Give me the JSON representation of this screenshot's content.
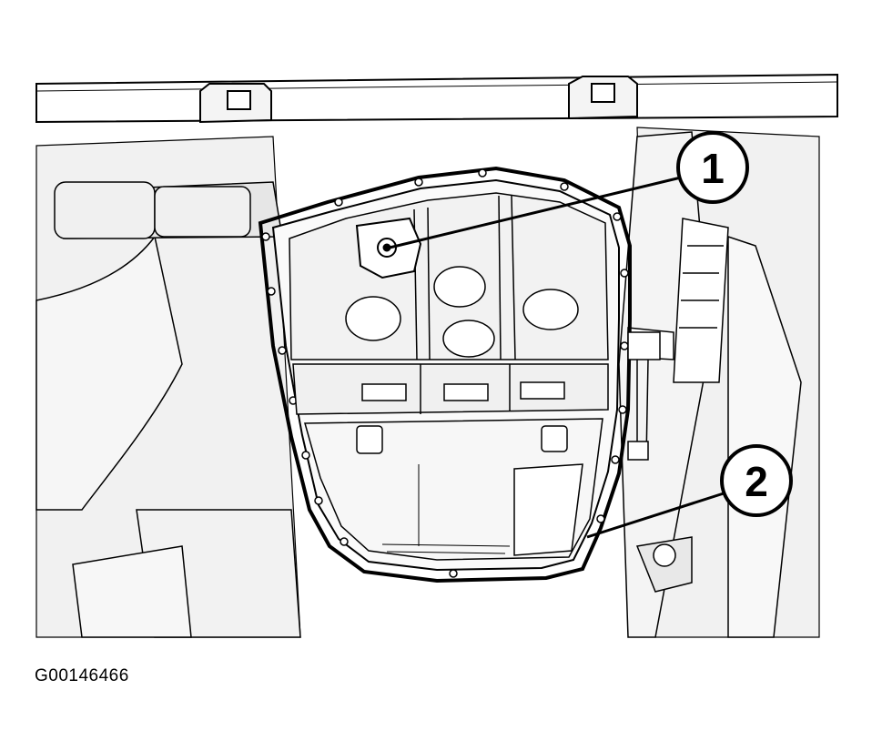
{
  "figure": {
    "id_label": "G00146466",
    "callouts": [
      {
        "number": "1",
        "points_to": "drain-plug"
      },
      {
        "number": "2",
        "points_to": "oil-pan-gasket"
      }
    ],
    "colors": {
      "line": "#000000",
      "background": "#ffffff",
      "shade": "#e9e9e9"
    }
  }
}
